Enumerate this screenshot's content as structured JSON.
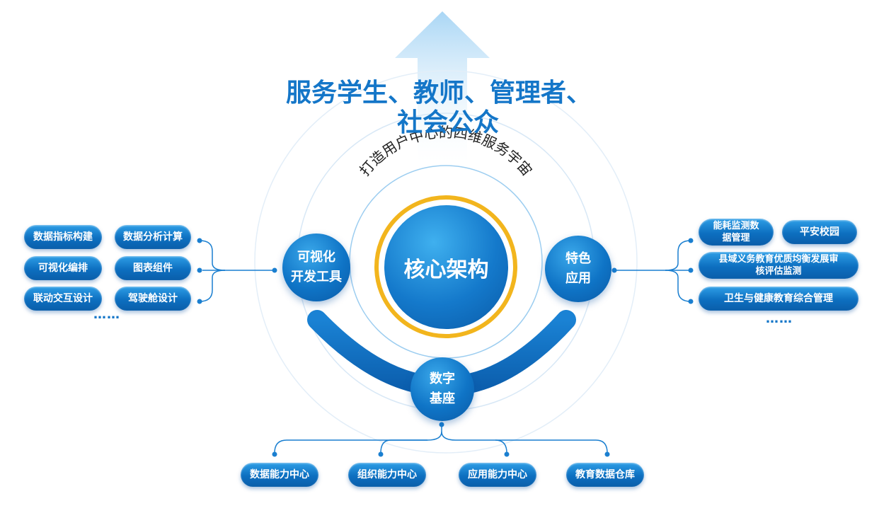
{
  "headline": {
    "line1": "服务学生、教师、管理者、",
    "line2": "社会公众"
  },
  "arc_caption": "打造用户中心的四维服务宇宙",
  "core": {
    "label": "核心架构"
  },
  "left_node": {
    "line1": "可视化",
    "line2": "开发工具"
  },
  "right_node": {
    "line1": "特色",
    "line2": "应用"
  },
  "bottom_node": {
    "line1": "数字",
    "line2": "基座"
  },
  "left_items": [
    "数据指标构建",
    "数据分析计算",
    "可视化编排",
    "图表组件",
    "联动交互设计",
    "驾驶舱设计"
  ],
  "left_more": "……",
  "right_items": {
    "energy_line1": "能耗监测数",
    "energy_line2": "据管理",
    "safe_campus": "平安校园",
    "county_line1": "县域义务教育优质均衡发展审",
    "county_line2": "核评估监测",
    "health": "卫生与健康教育综合管理"
  },
  "right_more": "……",
  "bottom_items": [
    "数据能力中心",
    "组织能力中心",
    "应用能力中心",
    "教育数据仓库"
  ],
  "colors": {
    "primary": "#1476c8",
    "ring": "#f2b51d",
    "arrow": "#a9d6f5"
  }
}
